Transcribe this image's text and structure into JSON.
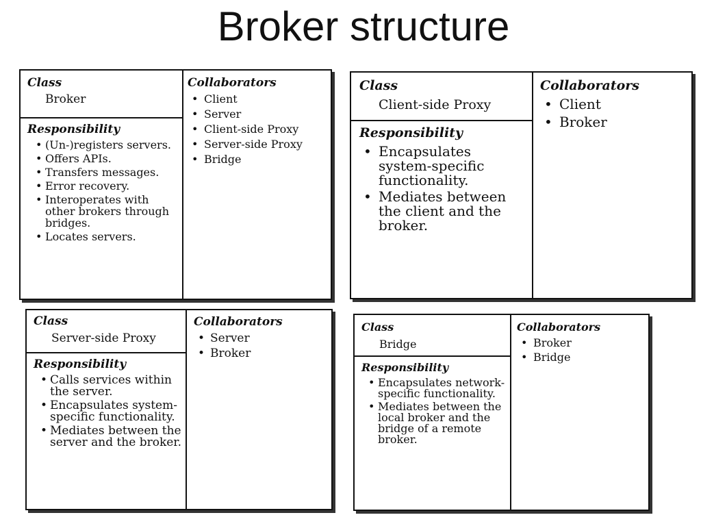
{
  "title": "Broker structure",
  "labels": {
    "class": "Class",
    "responsibility": "Responsibility",
    "collaborators": "Collaborators"
  },
  "cards": [
    {
      "class_name": "Broker",
      "responsibilities": [
        "(Un-)registers servers.",
        "Offers APIs.",
        "Transfers messages.",
        "Error recovery.",
        "Interoperates with other brokers through bridges.",
        "Locates servers."
      ],
      "collaborators": [
        "Client",
        "Server",
        "Client-side Proxy",
        "Server-side Proxy",
        "Bridge"
      ]
    },
    {
      "class_name": "Client-side Proxy",
      "responsibilities": [
        "Encapsulates system-specific functionality.",
        "Mediates between the client and the broker."
      ],
      "collaborators": [
        "Client",
        "Broker"
      ]
    },
    {
      "class_name": "Server-side Proxy",
      "responsibilities": [
        "Calls services within the server.",
        "Encapsulates system-specific functionality.",
        "Mediates between the server and the broker."
      ],
      "collaborators": [
        "Server",
        "Broker"
      ]
    },
    {
      "class_name": "Bridge",
      "responsibilities": [
        "Encapsulates network-specific functionality.",
        "Mediates between the local broker and the bridge of a remote broker."
      ],
      "collaborators": [
        "Broker",
        "Bridge"
      ]
    }
  ]
}
